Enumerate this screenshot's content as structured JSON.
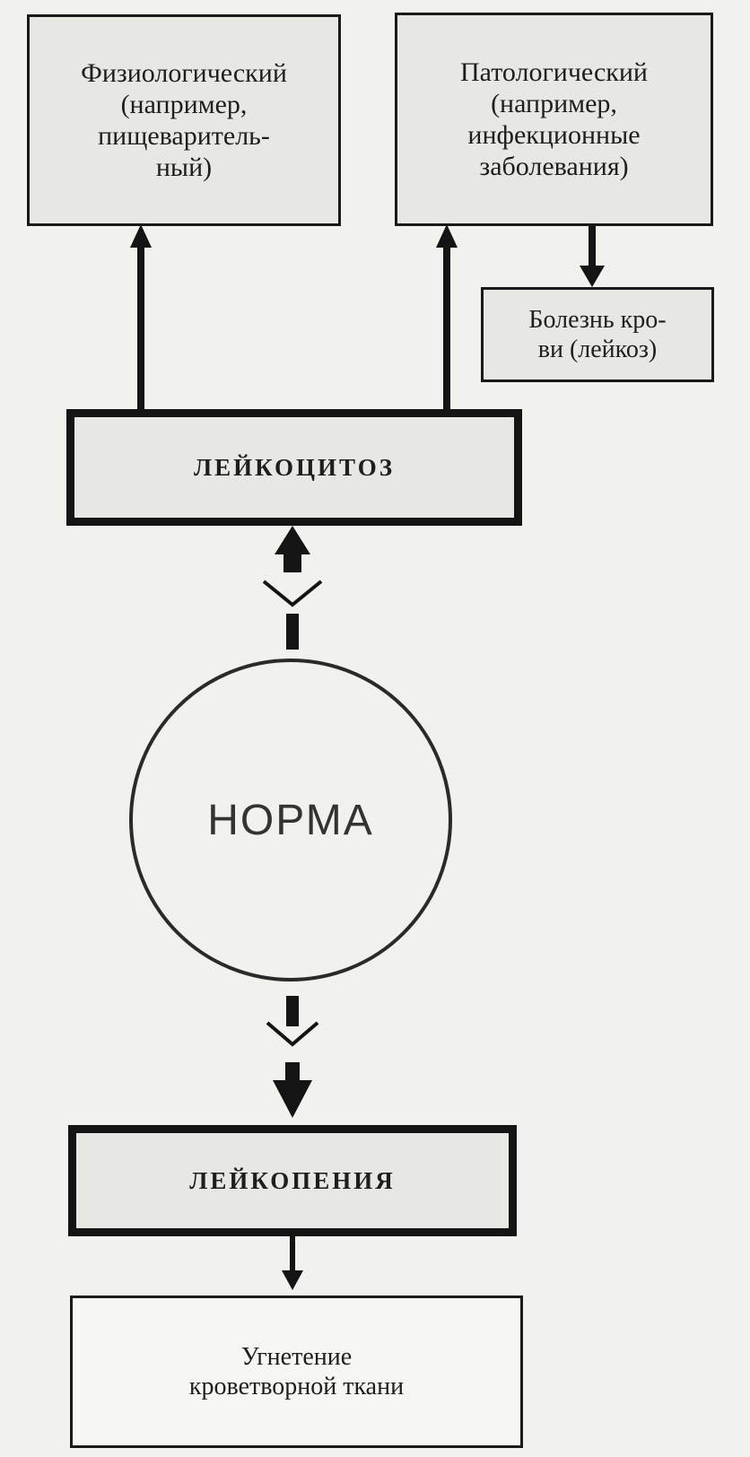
{
  "boxes": {
    "physiological": {
      "lines": [
        "Физиологический",
        "(например,",
        "пищеваритель-",
        "ный)"
      ]
    },
    "pathological": {
      "lines": [
        "Патологический",
        "(например,",
        "инфекционные",
        "заболевания)"
      ]
    },
    "blood_disease": {
      "lines": [
        "Болезнь кро-",
        "ви (лейкоз)"
      ]
    },
    "leukocytosis": {
      "label": "ЛЕЙКОЦИТОЗ"
    },
    "norm": {
      "label": "НОРМА"
    },
    "leukopenia": {
      "label": "ЛЕЙКОПЕНИЯ"
    },
    "suppression": {
      "lines": [
        "Угнетение",
        "кроветворной ткани"
      ]
    }
  }
}
